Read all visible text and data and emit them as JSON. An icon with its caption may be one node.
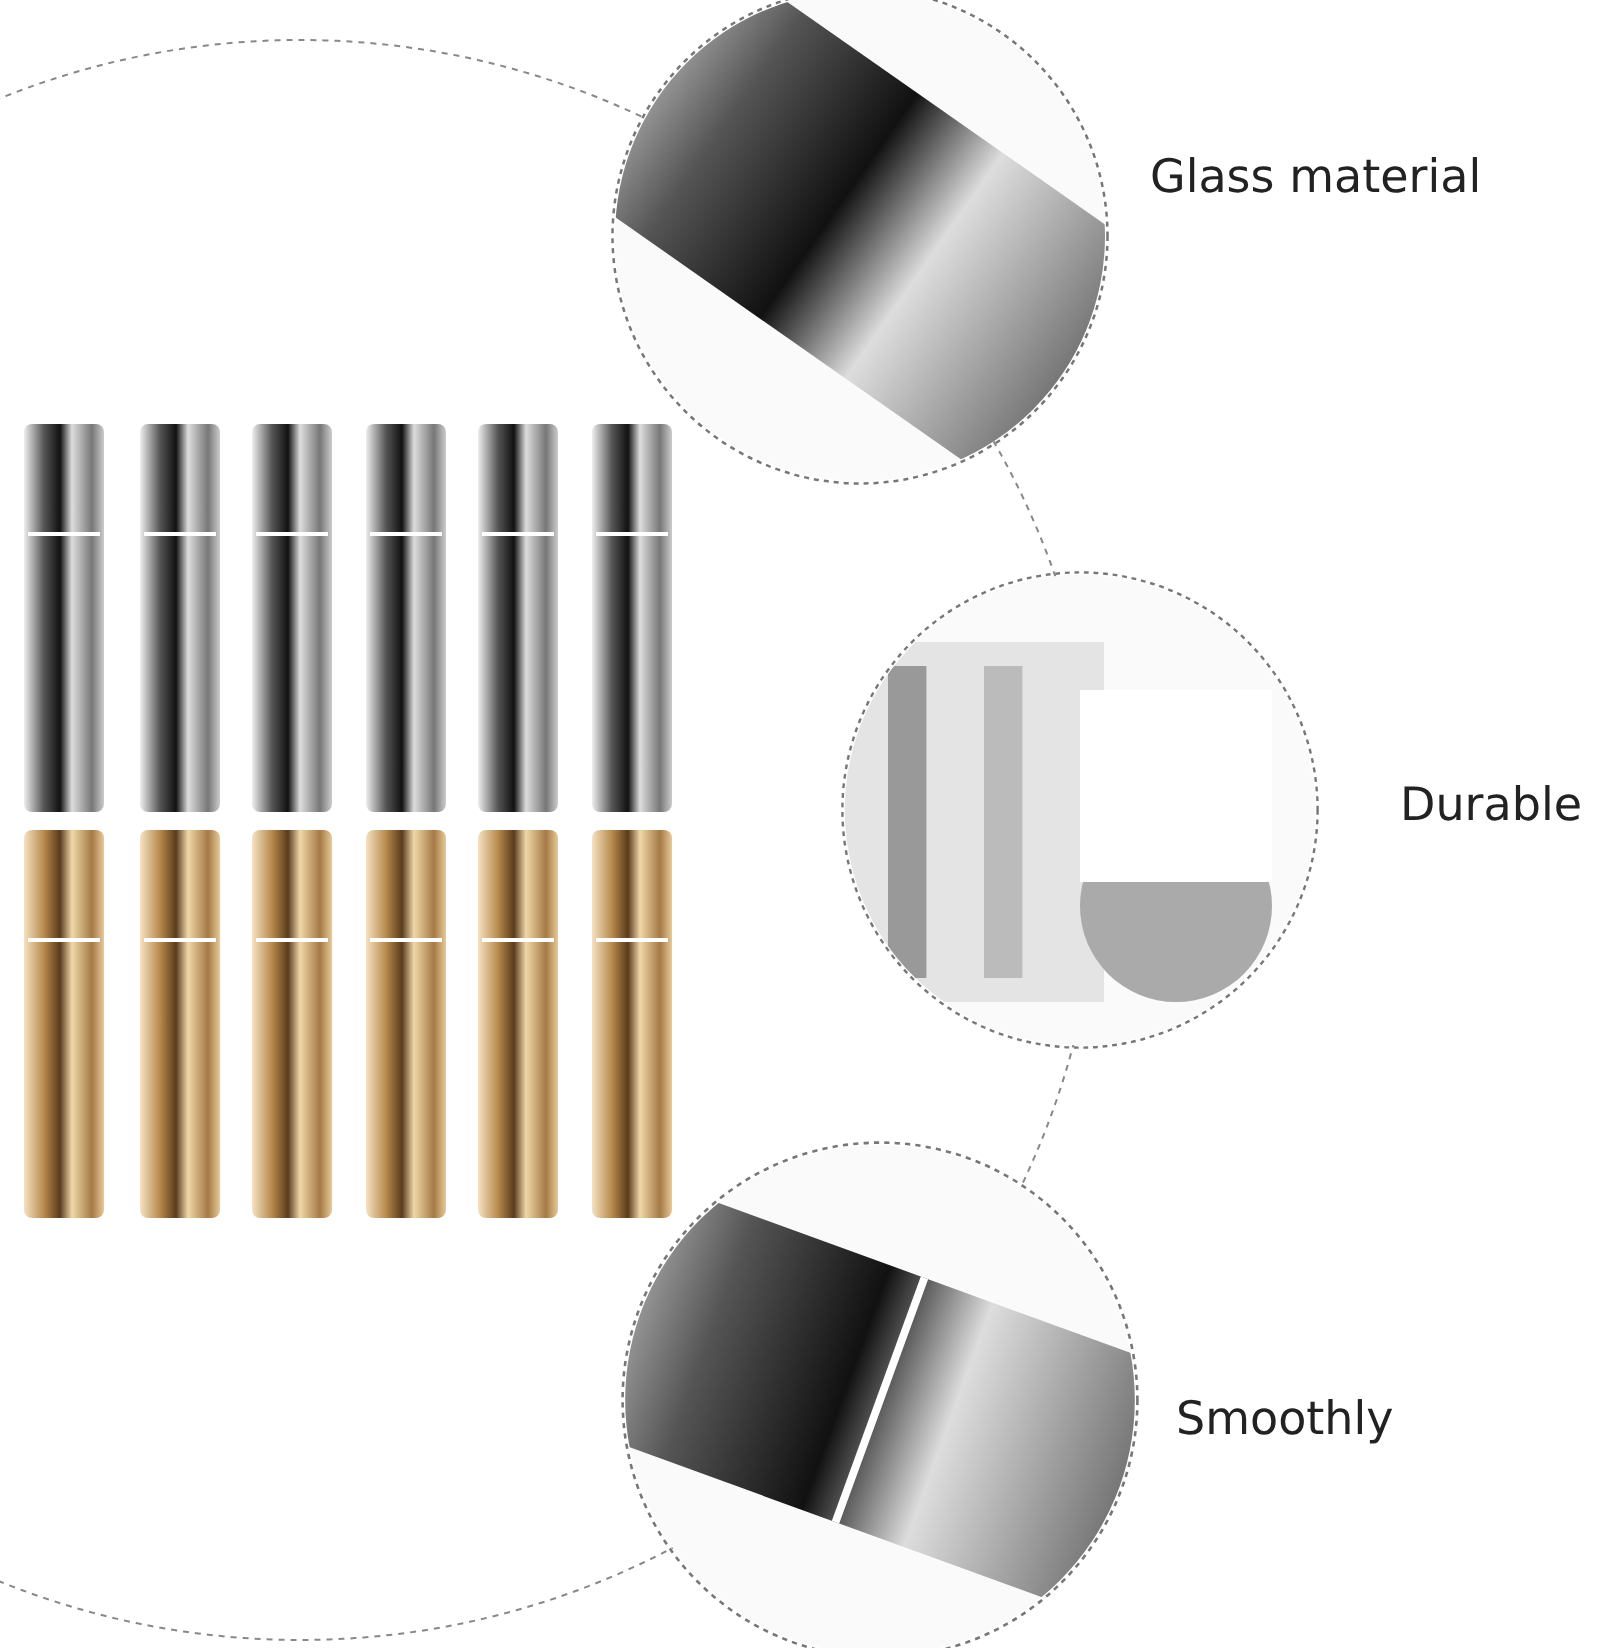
{
  "diagram": {
    "nodes": [
      {
        "text": [],
        "shape": "picture",
        "beside": [
          "Glass material"
        ]
      },
      {
        "text": [],
        "shape": "picture",
        "beside": [
          "Durable"
        ]
      },
      {
        "text": [],
        "shape": "picture",
        "beside": [
          "Smoothly"
        ]
      }
    ]
  }
}
